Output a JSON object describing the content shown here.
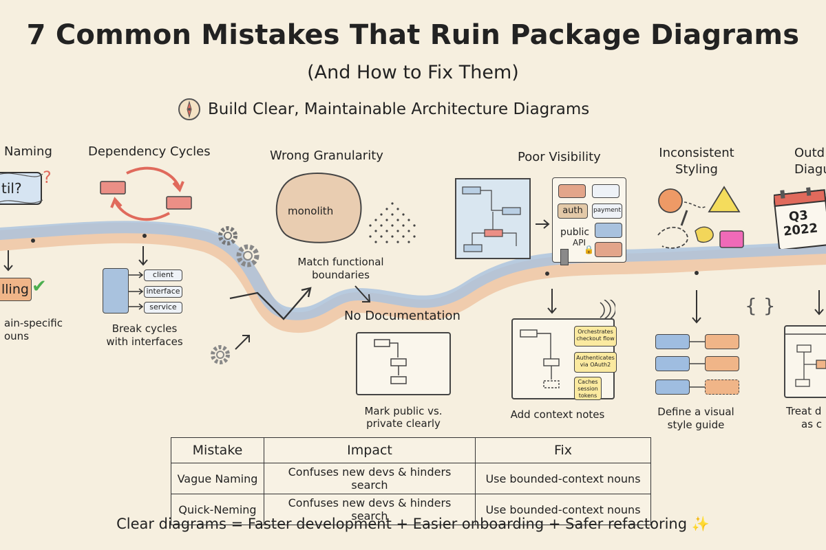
{
  "header": {
    "title": "7 Common Mistakes That Ruin Package Diagrams",
    "subtitle": "(And How to Fix Them)",
    "tagline": "Build Clear, Maintainable Architecture Diagrams"
  },
  "sections": {
    "naming": {
      "title": "Naming",
      "bad_label": "til?",
      "good_label": "lling",
      "caption_line1": "ain-specific",
      "caption_line2": "ouns"
    },
    "cycles": {
      "title": "Dependency Cycles",
      "items": [
        "client",
        "interface",
        "service"
      ],
      "caption_line1": "Break cycles",
      "caption_line2": "with interfaces"
    },
    "granularity": {
      "title": "Wrong Granularity",
      "blob_label": "monolith",
      "caption_line1": "Match functional",
      "caption_line2": "boundaries"
    },
    "documentation": {
      "title": "No Documentation",
      "caption_line1": "Mark public vs.",
      "caption_line2": "private clearly"
    },
    "visibility": {
      "title": "Poor Visibility",
      "cells": [
        "auth",
        "payment"
      ],
      "public_label": "public",
      "api_label": "API",
      "notes": [
        "Orchestrates checkout flow",
        "Authenticates via OAuth2",
        "Caches session tokens"
      ],
      "caption": "Add context notes"
    },
    "styling": {
      "title_line1": "Inconsistent",
      "title_line2": "Styling",
      "caption_line1": "Define a visual",
      "caption_line2": "style guide"
    },
    "outdated": {
      "title_line1": "Outd",
      "title_line2": "Diagu",
      "calendar_line1": "Q3",
      "calendar_line2": "2022",
      "braces": "{ }",
      "caption_line1": "Treat d",
      "caption_line2": "as c"
    }
  },
  "table": {
    "headers": [
      "Mistake",
      "Impact",
      "Fix"
    ],
    "rows": [
      [
        "Vague Naming",
        "Confuses new devs & hinders search",
        "Use bounded-context nouns"
      ],
      [
        "Quick-Neming",
        "Confuses new devs & hinders search",
        "Use bounded-context nouns"
      ]
    ]
  },
  "footer": {
    "text": "Clear diagrams = Faster development + Easier onboarding + Safer refactoring",
    "sparkle": "✨"
  },
  "colors": {
    "background": "#f6efdf",
    "river_blue": "#a9c2de",
    "river_peach": "#eec09c",
    "red": "#e06a5c",
    "blue_box": "#9fbde0",
    "orange_box": "#f0b588",
    "check_green": "#4caf50",
    "yellow_note": "#fbeaa0",
    "pink": "#f06ab8"
  }
}
